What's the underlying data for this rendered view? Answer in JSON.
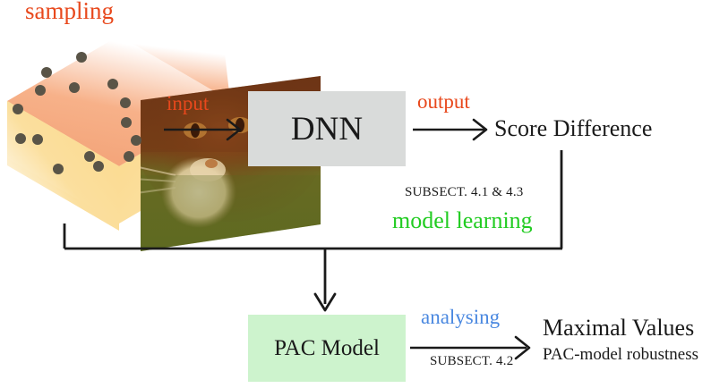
{
  "diagram": {
    "title_label": "sampling",
    "nodes": {
      "cube": {
        "name": "sampling-cube",
        "inner_image": "cat-image",
        "dot_count": 15
      },
      "dnn": {
        "label": "DNN",
        "fill": "#d9dbda"
      },
      "score_difference": {
        "label": "Score Difference"
      },
      "pac_model": {
        "label": "PAC Model",
        "fill": "#cdf3cd"
      },
      "maximal_values": {
        "label": "Maximal Values",
        "sublabel": "PAC-model robustness"
      }
    },
    "edges": {
      "input": {
        "label": "input",
        "color": "#e8481c"
      },
      "output": {
        "label": "output",
        "color": "#e8481c"
      },
      "feedback": {
        "caption_top": "SUBSECT. 4.1 & 4.3",
        "caption_bottom": "model learning",
        "color": "#22cc22"
      },
      "analysing": {
        "label": "analysing",
        "caption": "SUBSECT. 4.2",
        "color": "#4a88e0"
      }
    },
    "colors": {
      "accent_orange": "#e8481c",
      "accent_green": "#22cc22",
      "accent_blue": "#4a88e0",
      "box_gray": "#d9dbda",
      "box_green": "#cdf3cd",
      "line": "#1a1a1a",
      "cube_top": "#f6a97a",
      "cube_side": "#fad98d"
    }
  }
}
